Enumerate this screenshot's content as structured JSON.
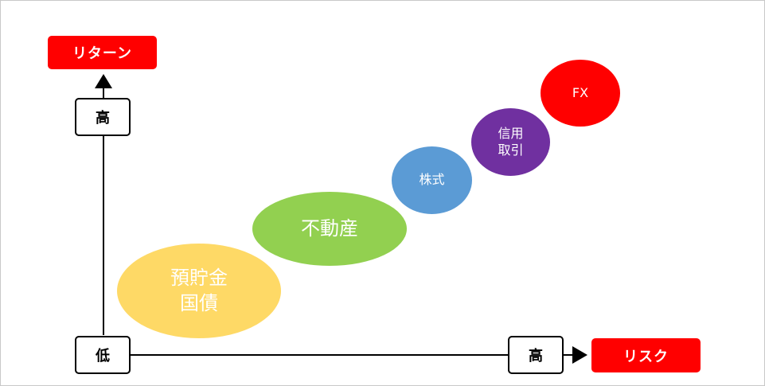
{
  "axis_labels": {
    "return": "リターン",
    "risk": "リスク",
    "high_y": "高",
    "low": "低",
    "high_x": "高"
  },
  "bubbles": [
    {
      "id": "deposit",
      "lines": [
        "預貯金",
        "国債"
      ],
      "color": "#fed966"
    },
    {
      "id": "real-estate",
      "lines": [
        "不動産"
      ],
      "color": "#92d050"
    },
    {
      "id": "stocks",
      "lines": [
        "株式"
      ],
      "color": "#5b9bd5"
    },
    {
      "id": "margin",
      "lines": [
        "信用",
        "取引"
      ],
      "color": "#7030a0"
    },
    {
      "id": "fx",
      "lines": [
        "FX"
      ],
      "color": "#ff0000"
    }
  ],
  "colors": {
    "accent_red": "#ff0000",
    "axis": "#000000"
  }
}
